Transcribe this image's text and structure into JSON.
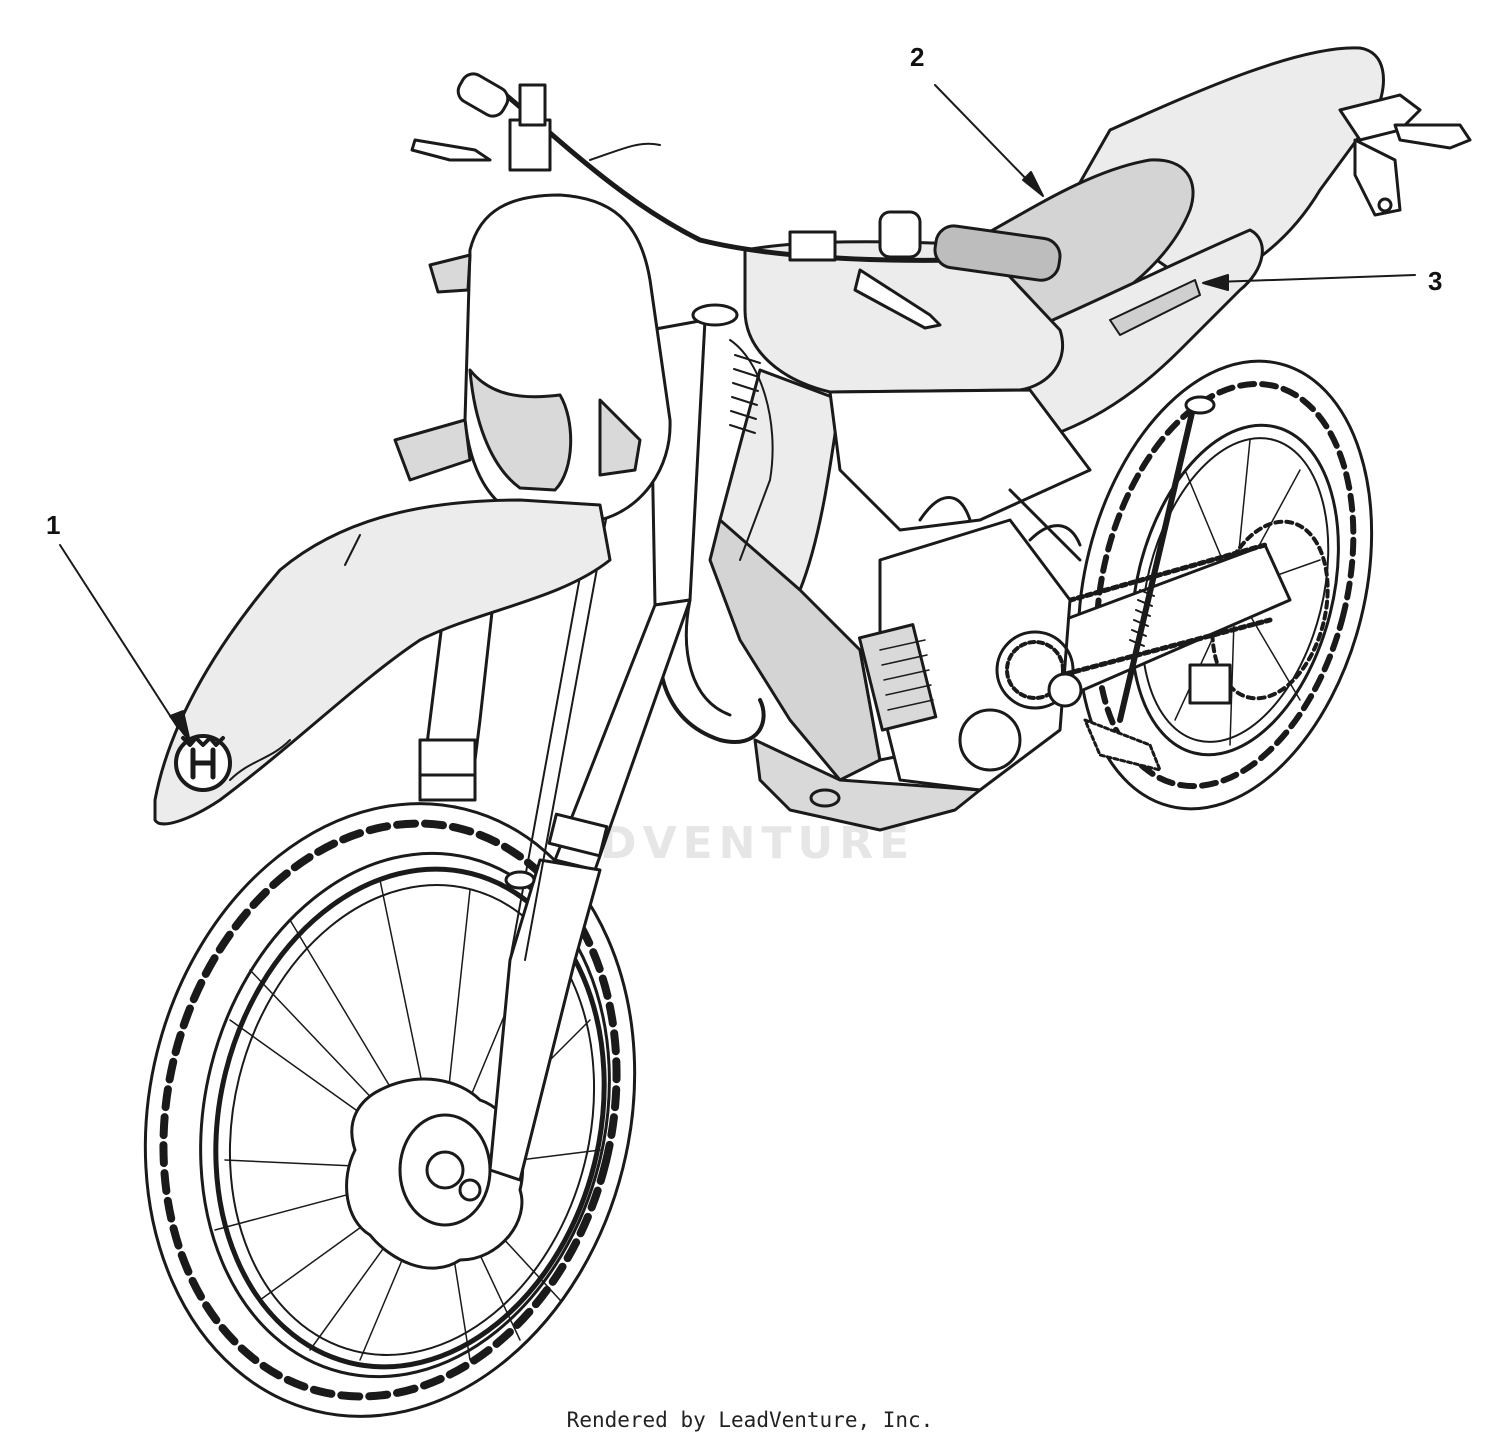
{
  "callouts": [
    {
      "number": "1",
      "target": "front-fender-logo-decal"
    },
    {
      "number": "2",
      "target": "seat"
    },
    {
      "number": "3",
      "target": "side-panel-decal"
    }
  ],
  "watermark_text": "ADVENTURE",
  "footer_text": "Rendered by LeadVenture, Inc.",
  "colors": {
    "line": "#1a1a1a",
    "fill_gray": "#d9d9d9",
    "fill_light": "#ececec",
    "background": "#ffffff"
  }
}
